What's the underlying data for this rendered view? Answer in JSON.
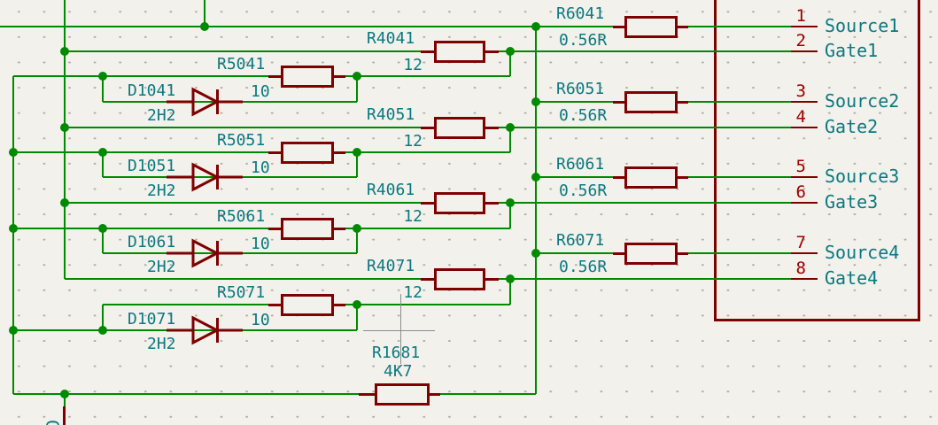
{
  "canvas": {
    "background": "#F2F1EB",
    "grid_dot_color": "#AFAFA7"
  },
  "colors": {
    "wire": "#008A00",
    "component_outline": "#7F0000",
    "label_text": "#0B7980",
    "pin_number": "#A00000",
    "cursor_crosshair": "#8C8C8C"
  },
  "channels": [
    {
      "gate_resistor": {
        "ref": "R4041",
        "value": "12"
      },
      "series_resistor": {
        "ref": "R5041",
        "value": "10"
      },
      "diode": {
        "ref": "D1041",
        "value": "2H2"
      },
      "shunt_resistor": {
        "ref": "R6041",
        "value": "0.56R"
      },
      "source_pin": {
        "number": "1",
        "name": "Source1"
      },
      "gate_pin": {
        "number": "2",
        "name": "Gate1"
      }
    },
    {
      "gate_resistor": {
        "ref": "R4051",
        "value": "12"
      },
      "series_resistor": {
        "ref": "R5051",
        "value": "10"
      },
      "diode": {
        "ref": "D1051",
        "value": "2H2"
      },
      "shunt_resistor": {
        "ref": "R6051",
        "value": "0.56R"
      },
      "source_pin": {
        "number": "3",
        "name": "Source2"
      },
      "gate_pin": {
        "number": "4",
        "name": "Gate2"
      }
    },
    {
      "gate_resistor": {
        "ref": "R4061",
        "value": "12"
      },
      "series_resistor": {
        "ref": "R5061",
        "value": "10"
      },
      "diode": {
        "ref": "D1061",
        "value": "2H2"
      },
      "shunt_resistor": {
        "ref": "R6061",
        "value": "0.56R"
      },
      "source_pin": {
        "number": "5",
        "name": "Source3"
      },
      "gate_pin": {
        "number": "6",
        "name": "Gate3"
      }
    },
    {
      "gate_resistor": {
        "ref": "R4071",
        "value": "12"
      },
      "series_resistor": {
        "ref": "R5071",
        "value": "10"
      },
      "diode": {
        "ref": "D1071",
        "value": "2H2"
      },
      "shunt_resistor": {
        "ref": "R6071",
        "value": "0.56R"
      },
      "source_pin": {
        "number": "7",
        "name": "Source4"
      },
      "gate_pin": {
        "number": "8",
        "name": "Gate4"
      }
    }
  ],
  "bleed_resistor": {
    "ref": "R1681",
    "value": "4K7"
  },
  "transistor_pin": {
    "name": "D"
  }
}
